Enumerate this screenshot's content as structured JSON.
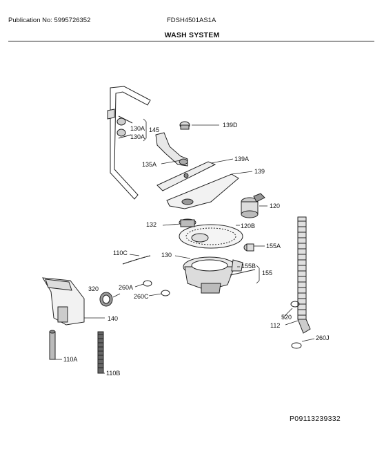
{
  "header": {
    "publication": "Publication No: 5995726352",
    "model": "FDSH4501AS1A",
    "title": "WASH SYSTEM"
  },
  "parts": {
    "p139D": "139D",
    "p130A_1": "130A",
    "p130A_2": "130A",
    "p145": "145",
    "p135A": "135A",
    "p139A": "139A",
    "p139": "139",
    "p120": "120",
    "p132": "132",
    "p120B": "120B",
    "p110C": "110C",
    "p130": "130",
    "p155A": "155A",
    "p155B": "155B",
    "p155": "155",
    "p320": "320",
    "p260A": "260A",
    "p260C": "260C",
    "p140": "140",
    "p520": "520",
    "p112": "112",
    "p260J": "260J",
    "p110A": "110A",
    "p110B": "110B"
  },
  "footer": {
    "code": "P09113239332"
  }
}
